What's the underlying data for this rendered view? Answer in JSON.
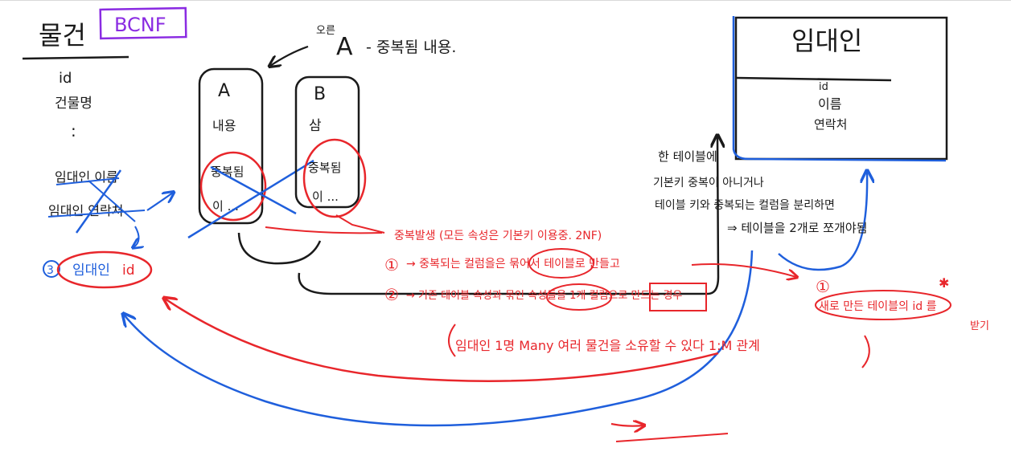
{
  "colors": {
    "ink": "#1a1a1a",
    "red": "#e8262b",
    "blue": "#1f5fdc",
    "purple": "#8a2be2"
  },
  "left_entity": {
    "title": "물건",
    "tag": "BCNF",
    "attrs": [
      "id",
      "건물명",
      ":",
      "임대인 이름",
      "임대인 연락처"
    ],
    "moved_attr_prefix": "임대인",
    "moved_attr_id": "id"
  },
  "top_note": {
    "label": "A",
    "prefix": "오른",
    "text": "- 중복됨 내용."
  },
  "table_a": {
    "title": "A",
    "row1": "내용",
    "row2": "중복됨",
    "row3": "이 ..."
  },
  "table_b": {
    "title": "B",
    "row1": "삼",
    "row2": "중복됨",
    "row3": "이 ..."
  },
  "landlord_entity": {
    "title": "임대인",
    "attrs": [
      "id",
      "이름",
      "연락처"
    ]
  },
  "middle_note": {
    "lines": [
      "한 테이블에",
      "기본키 중복이 아니거나",
      "테이블 키와 중복되는 컬럼을 분리하면",
      "⇒ 테이블을 2개로 쪼개야됨"
    ]
  },
  "red_notes": {
    "issue": "중복발생 (모든 속성은 기본키 이용중. 2NF)",
    "item1_num": "①",
    "item1": "→ 중복되는 컬럼을은 묶어서 테이블로 만들고",
    "item2_num": "②",
    "item2": "→ 기존 테이블 속성과 묶인 속성들을 1개 컬럼으로 만드는 경우",
    "relation": "임대인 1명 Many 여러 물건을 소유할 수 있다 1:M 관계",
    "right_num": "①",
    "right": "새로 만든 테이블의 id 를",
    "right_extra": "받기"
  }
}
